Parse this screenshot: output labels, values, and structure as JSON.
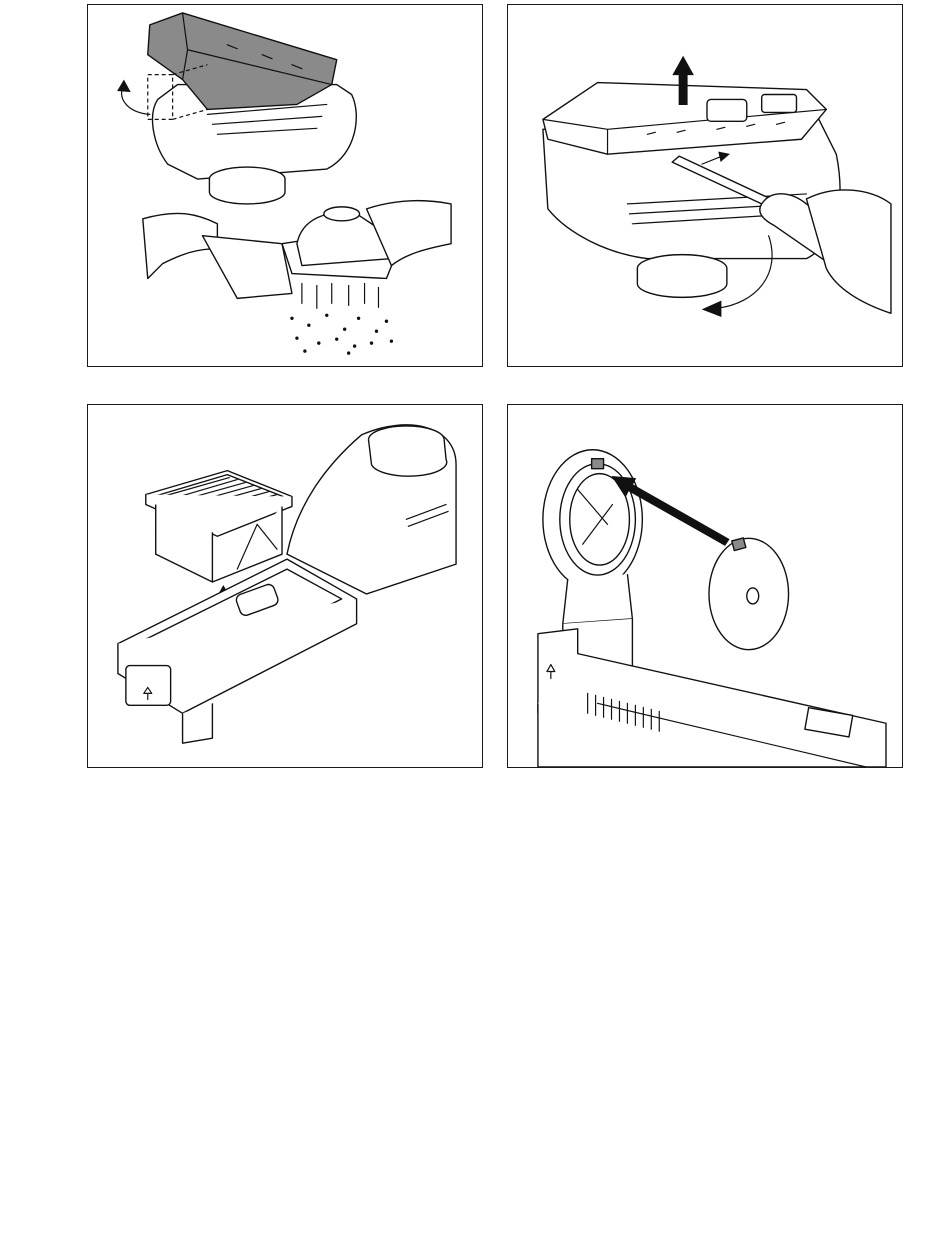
{
  "figures": [
    {
      "id": 1,
      "content": "dust-box-removal-and-emptying"
    },
    {
      "id": 2,
      "content": "filter-cover-removal-with-screwdriver"
    },
    {
      "id": 3,
      "content": "filter-lifted-from-dust-box"
    },
    {
      "id": 4,
      "content": "cap-fitted-to-suction-ring"
    }
  ],
  "colors": {
    "line": "#111111",
    "shade": "#8a8a8a",
    "background": "#ffffff"
  },
  "icons": [
    "arrow-up-icon",
    "curved-arrow-icon",
    "screwdriver-icon",
    "hand-icon"
  ]
}
